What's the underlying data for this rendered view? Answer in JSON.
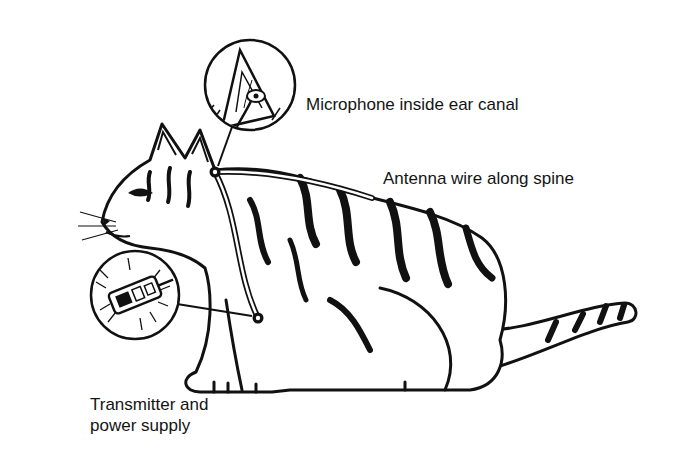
{
  "diagram": {
    "labels": [
      "Microphone inside ear canal",
      "Antenna wire along spine",
      "Transmitter and power supply"
    ]
  }
}
